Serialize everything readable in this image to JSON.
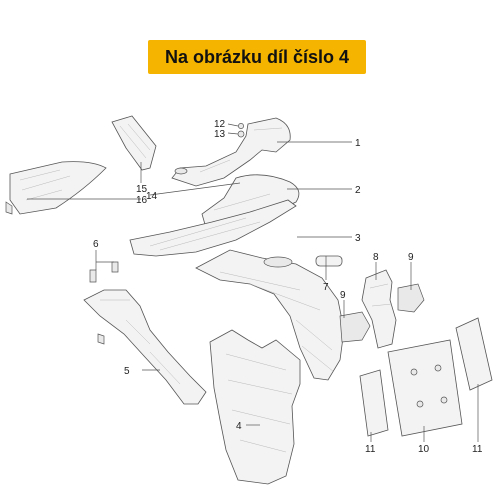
{
  "banner": {
    "text": "Na obrázku díl číslo 4",
    "color": "#f5b400"
  },
  "diagram": {
    "callouts": [
      "1",
      "2",
      "3",
      "4",
      "5",
      "6",
      "7",
      "8",
      "9",
      "9",
      "10",
      "11",
      "11",
      "12",
      "13",
      "14",
      "15",
      "16"
    ]
  }
}
